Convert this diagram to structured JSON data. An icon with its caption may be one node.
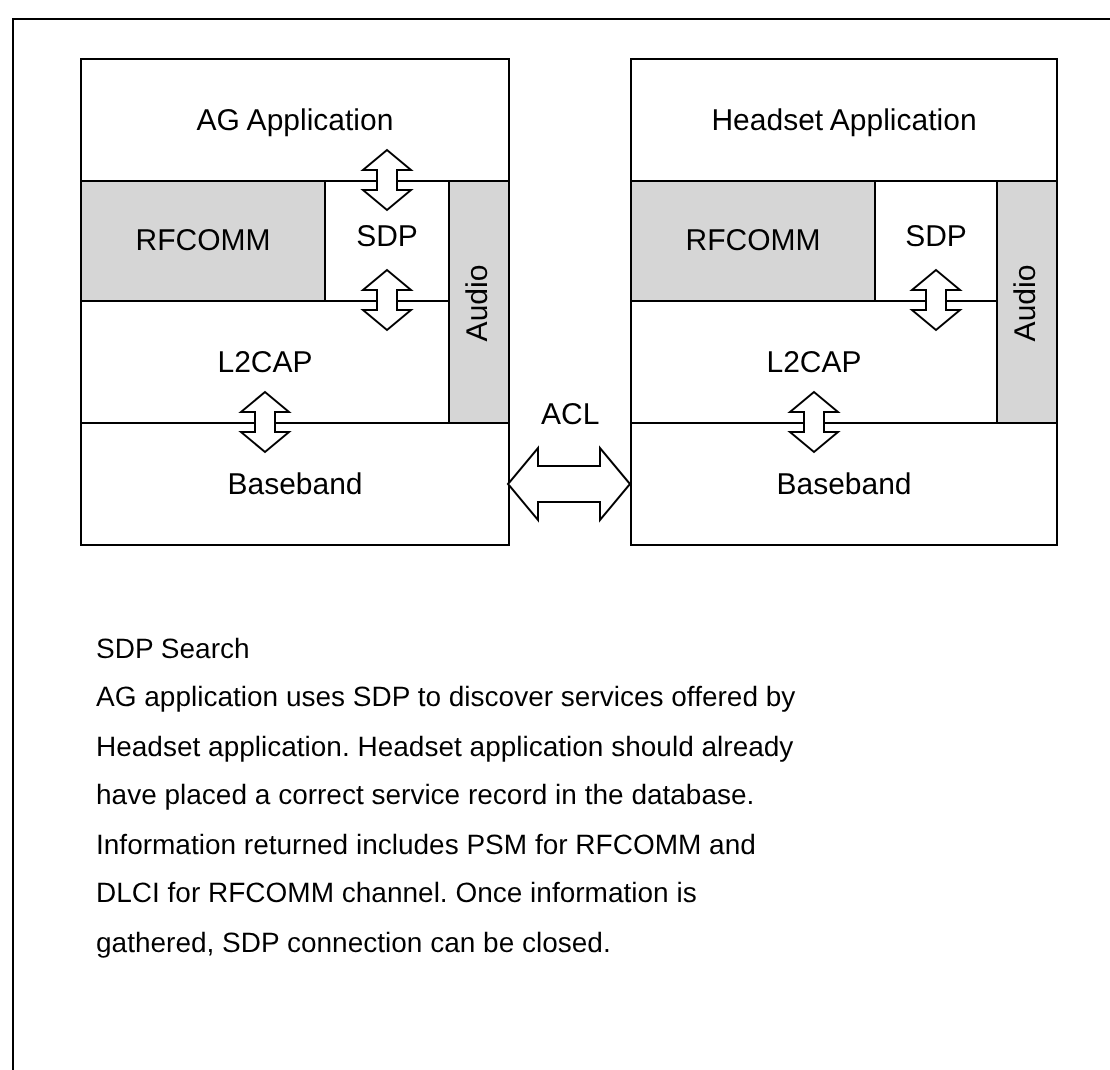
{
  "diagram": {
    "nodes": [
      {
        "text": [
          "AG Application"
        ]
      },
      {
        "text": [
          "RFCOMM"
        ]
      },
      {
        "text": [
          "SDP"
        ]
      },
      {
        "text": [
          "Audio"
        ]
      },
      {
        "text": [
          "L2CAP"
        ]
      },
      {
        "text": [
          "Baseband"
        ]
      },
      {
        "text": [
          "Headset Application"
        ]
      },
      {
        "text": [
          "RFCOMM"
        ]
      },
      {
        "text": [
          "SDP"
        ]
      },
      {
        "text": [
          "Audio"
        ]
      },
      {
        "text": [
          "L2CAP"
        ]
      },
      {
        "text": [
          "Baseband"
        ]
      }
    ],
    "edges": [
      {
        "from": 0,
        "to": 2,
        "arrow": "both"
      },
      {
        "from": 2,
        "to": 4,
        "arrow": "both"
      },
      {
        "from": 4,
        "to": 5,
        "arrow": "both"
      },
      {
        "from": 8,
        "to": 10,
        "arrow": "both"
      },
      {
        "from": 10,
        "to": 11,
        "arrow": "both"
      },
      {
        "from": 5,
        "to": 11,
        "arrow": "both",
        "label": "ACL"
      }
    ],
    "labels": [
      "SDP Search",
      "AG application uses SDP to discover services offered by Headset application. Headset application should already have placed a correct service record in the database. Information returned includes PSM for RFCOMM and DLCI for RFCOMM channel. Once information is gathered, SDP connection can be closed."
    ]
  }
}
